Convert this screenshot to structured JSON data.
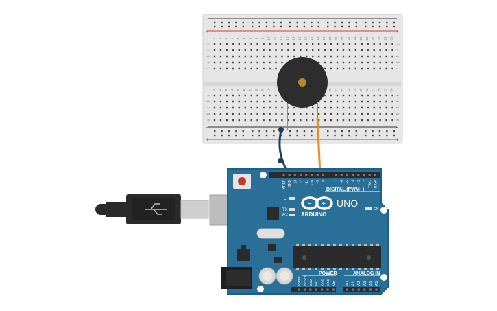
{
  "breadboard": {
    "column_numbers": [
      "1",
      "2",
      "3",
      "4",
      "5",
      "6",
      "7",
      "8",
      "9",
      "10",
      "11",
      "12",
      "13",
      "14",
      "15",
      "16",
      "17",
      "18",
      "19",
      "20",
      "21",
      "22",
      "23",
      "24",
      "25",
      "26",
      "27",
      "28",
      "29",
      "30"
    ],
    "rows_top": [
      "j",
      "i",
      "h",
      "g",
      "f"
    ],
    "rows_bottom": [
      "e",
      "d",
      "c",
      "b",
      "a"
    ],
    "rail_plus": "+",
    "rail_minus": "-",
    "colors": {
      "body": "#e6e6e6",
      "rail_red": "#d43c3c",
      "rail_black": "#333333",
      "hole": "#4a4a4a"
    }
  },
  "arduino": {
    "brand": "ARDUINO",
    "model": "UNO",
    "header_digital_label": "DIGITAL (PWM~)",
    "header_pins_top": [
      "AREF",
      "GND",
      "13",
      "12",
      "~11",
      "~10",
      "~9",
      "8",
      "7",
      "~6",
      "~5",
      "4",
      "~3",
      "2",
      "TX▸1",
      "RX◂0"
    ],
    "power_label": "POWER",
    "analog_label": "ANALOG IN",
    "power_pins": [
      "IOREF",
      "RESET",
      "3.3V",
      "5V",
      "GND",
      "GND",
      "Vin"
    ],
    "analog_pins": [
      "A0",
      "A1",
      "A2",
      "A3",
      "A4",
      "A5"
    ],
    "led_labels": [
      "L",
      "TX",
      "RX"
    ],
    "on_label": "ON",
    "colors": {
      "board": "#2a6f98",
      "edge": "#1f5f87",
      "header": "#2b2b2b",
      "reset": "#c0392b"
    }
  },
  "wires": {
    "gnd_color": "#1f3e55",
    "signal_color": "#e8901b"
  },
  "buzzer": {
    "body_color": "#2d2d2d",
    "center_color": "#b58a2a"
  },
  "usb": {
    "cable_color": "#2a2a2a",
    "plug_color": "#cfcfcf"
  }
}
